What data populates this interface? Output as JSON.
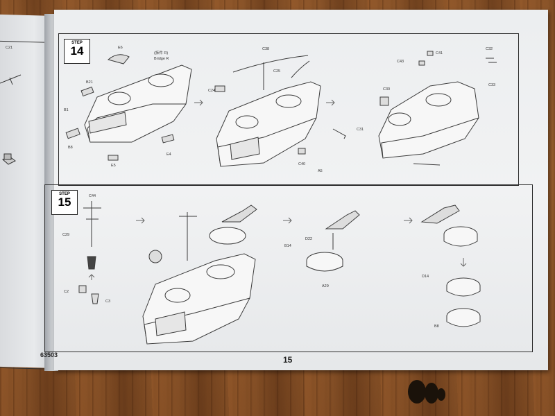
{
  "manual": {
    "product_code": "63503",
    "page_number": "15"
  },
  "steps": [
    {
      "word": "STEP",
      "number": "14"
    },
    {
      "word": "STEP",
      "number": "15"
    }
  ],
  "step14": {
    "note_1": "(拆件 R)",
    "note_2": "Bridge R"
  },
  "part_labels": [
    "C21",
    "B21",
    "E4",
    "B8",
    "E5",
    "E6",
    "B1",
    "C38",
    "C24",
    "C25",
    "C40",
    "A5",
    "C31",
    "C43",
    "C41",
    "C30",
    "C32",
    "C33",
    "C44",
    "C29",
    "C2",
    "C3",
    "D22",
    "B14",
    "A29",
    "D14",
    "B8"
  ],
  "colors": {
    "paper": "#eef0f1",
    "ink": "#2a2a2a",
    "wood": "#8a5429"
  }
}
